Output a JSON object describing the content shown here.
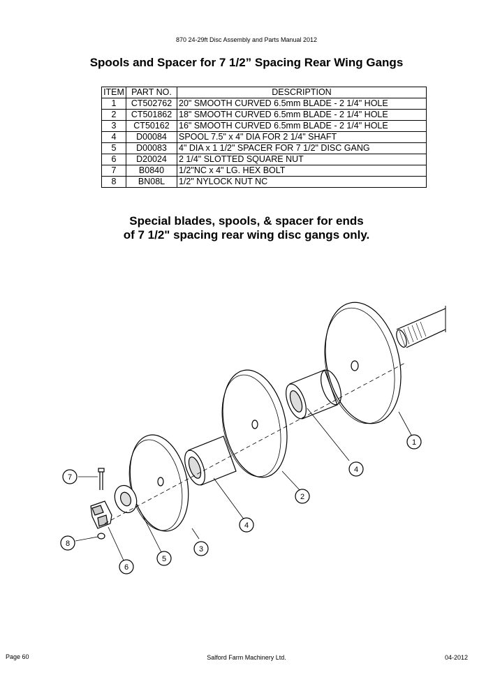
{
  "header": {
    "manual_title": "870 24-29ft Disc Assembly and Parts Manual 2012"
  },
  "page_title": "Spools and Spacer for 7 1/2” Spacing Rear Wing Gangs",
  "parts_table": {
    "headers": {
      "item": "ITEM",
      "part_no": "PART NO.",
      "description": "DESCRIPTION"
    },
    "rows": [
      {
        "item": "1",
        "part_no": "CT502762",
        "description": "20\" SMOOTH CURVED 6.5mm BLADE - 2 1/4\" HOLE"
      },
      {
        "item": "2",
        "part_no": "CT501862",
        "description": "18\" SMOOTH CURVED 6.5mm BLADE - 2 1/4\" HOLE"
      },
      {
        "item": "3",
        "part_no": "CT50162",
        "description": "16\" SMOOTH CURVED 6.5mm BLADE - 2 1/4\" HOLE"
      },
      {
        "item": "4",
        "part_no": "D00084",
        "description": "SPOOL 7.5\" x 4\" DIA FOR 2 1/4\" SHAFT"
      },
      {
        "item": "5",
        "part_no": "D00083",
        "description": "4\" DIA x 1 1/2\" SPACER FOR 7 1/2\" DISC GANG"
      },
      {
        "item": "6",
        "part_no": "D20024",
        "description": "2 1/4\" SLOTTED SQUARE NUT"
      },
      {
        "item": "7",
        "part_no": "B0840",
        "description": "1/2\"NC x 4\" LG. HEX BOLT"
      },
      {
        "item": "8",
        "part_no": "BN08L",
        "description": "1/2\" NYLOCK NUT NC"
      }
    ]
  },
  "note": {
    "line1": "Special blades, spools, & spacer for ends",
    "line2": "of 7 1/2\" spacing rear wing disc gangs only."
  },
  "diagram": {
    "callouts": [
      "1",
      "2",
      "3",
      "4",
      "4",
      "5",
      "6",
      "7",
      "8"
    ]
  },
  "footer": {
    "page": "Page 60",
    "company": "Salford Farm Machinery Ltd.",
    "date": "04-2012"
  }
}
